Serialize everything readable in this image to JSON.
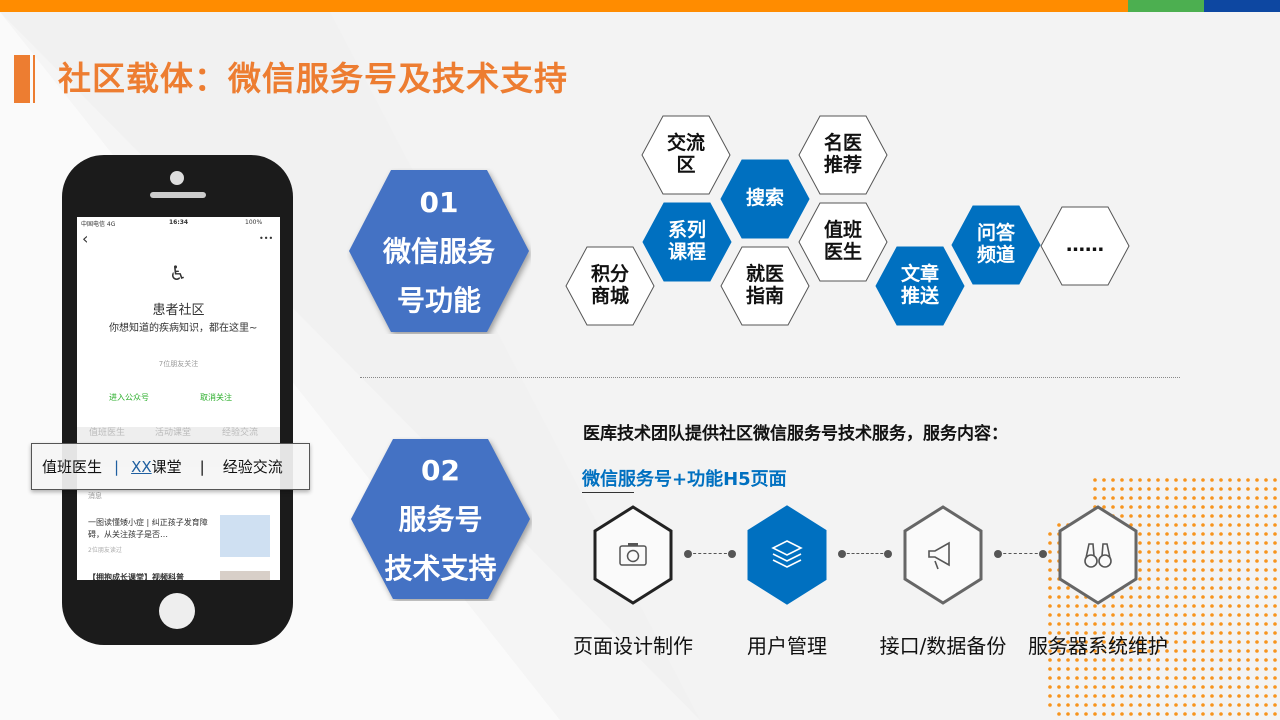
{
  "title": "社区载体：微信服务号及技术支持",
  "colors": {
    "orange": "#ED7D31",
    "green": "#4CAF50",
    "blue": "#0D47A1",
    "hex_blue": "#4472C4",
    "accent_blue": "#0070C0"
  },
  "phone": {
    "status_carrier": "中国电信  4G",
    "status_time": "16:34",
    "status_battery": "100%",
    "back": "‹",
    "more": "•••",
    "account_name": "患者社区",
    "description": "你想知道的疾病知识，都在这里~",
    "followers": "7位朋友关注",
    "enter": "进入公众号",
    "unfollow": "取消关注",
    "menu_hint": [
      "值班医生",
      "活动课堂",
      "经验交流"
    ],
    "messages_label": "消息",
    "article1_title": "一图读懂矮小症 | 纠正孩子发育障碍，从关注孩子是否…",
    "article1_meta": "2位朋友读过",
    "article2_title": "【拥抱成长课堂】视频科普"
  },
  "menu_popup": {
    "item1": "值班医生",
    "sep1": "|",
    "item2_link": "XX",
    "item2_rest": "课堂",
    "sep2": "|",
    "item3": "经验交流"
  },
  "section1": {
    "number": "01",
    "label_line1": "微信服务",
    "label_line2": "号功能"
  },
  "features": [
    {
      "l1": "交流",
      "l2": "区",
      "style": "white"
    },
    {
      "l1": "名医",
      "l2": "推荐",
      "style": "white"
    },
    {
      "l1": "搜索",
      "l2": "",
      "style": "blue"
    },
    {
      "l1": "系列",
      "l2": "课程",
      "style": "blue"
    },
    {
      "l1": "值班",
      "l2": "医生",
      "style": "white"
    },
    {
      "l1": "问答",
      "l2": "频道",
      "style": "blue"
    },
    {
      "l1": "积分",
      "l2": "商城",
      "style": "white"
    },
    {
      "l1": "就医",
      "l2": "指南",
      "style": "white"
    },
    {
      "l1": "文章",
      "l2": "推送",
      "style": "blue"
    },
    {
      "l1": "……",
      "l2": "",
      "style": "white"
    }
  ],
  "section2": {
    "number": "02",
    "label_line1": "服务号",
    "label_line2": "技术支持",
    "heading": "医库技术团队提供社区微信服务号技术服务，服务内容：",
    "subheading": "微信服务号+功能H5页面",
    "services": [
      {
        "label": "页面设计制作",
        "icon": "camera-icon"
      },
      {
        "label": "用户管理",
        "icon": "layers-icon"
      },
      {
        "label": "接口/数据备份",
        "icon": "megaphone-icon"
      },
      {
        "label": "服务器系统维护",
        "icon": "binoculars-icon"
      }
    ]
  }
}
